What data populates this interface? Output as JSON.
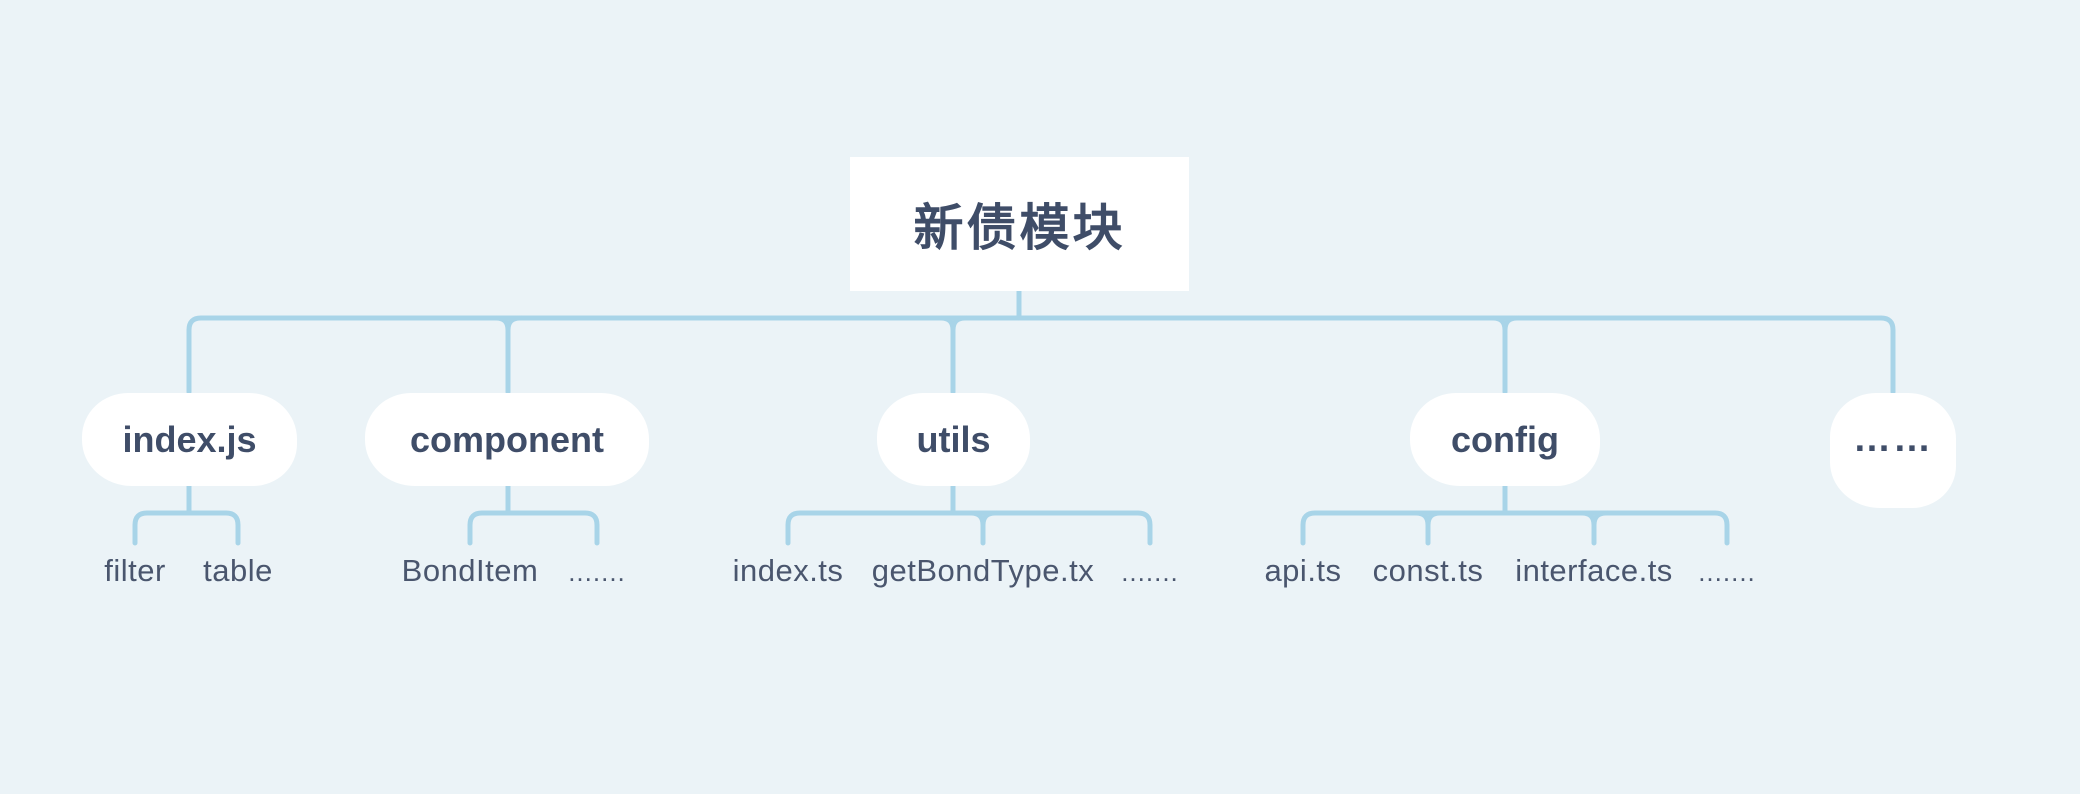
{
  "diagram": {
    "type": "mindmap-tree",
    "background_color": "#ebf3f7",
    "connector_color": "#a8d4e8",
    "node_background_color": "#ffffff",
    "node_text_color": "#3f4d68",
    "leaf_text_color": "#4a566e",
    "root": {
      "label": "新债模块"
    },
    "branches": [
      {
        "label": "index.js",
        "children": [
          "filter",
          "table"
        ]
      },
      {
        "label": "component",
        "children": [
          "BondItem",
          "......."
        ]
      },
      {
        "label": "utils",
        "children": [
          "index.ts",
          "getBondType.tx",
          "......."
        ]
      },
      {
        "label": "config",
        "children": [
          "api.ts",
          "const.ts",
          "interface.ts",
          "......."
        ]
      },
      {
        "label": "……",
        "children": []
      }
    ]
  }
}
